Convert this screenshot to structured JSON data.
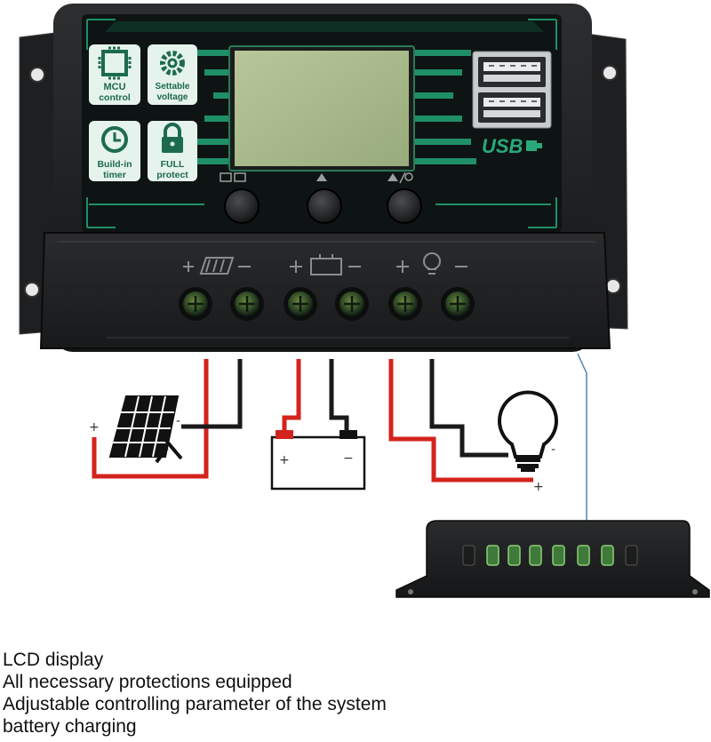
{
  "controller": {
    "features": [
      {
        "icon": "mcu-chip-icon",
        "line1": "MCU",
        "line2": "control"
      },
      {
        "icon": "gear-icon",
        "line1": "Settable",
        "line2": "voltage"
      },
      {
        "icon": "clock-icon",
        "line1": "Build-in",
        "line2": "timer"
      },
      {
        "icon": "lock-icon",
        "line1": "FULL",
        "line2": "protect"
      }
    ],
    "usb_label": "USB",
    "colors": {
      "body": "#1f2123",
      "accent_green": "#1f8f68",
      "lcd": "#aabb8c",
      "wire_positive": "#d3231c",
      "wire_negative": "#1a1a1a"
    }
  },
  "description": {
    "lines": [
      "LCD display",
      "All necessary protections equipped",
      "Adjustable controlling parameter of the system",
      "battery charging"
    ]
  }
}
